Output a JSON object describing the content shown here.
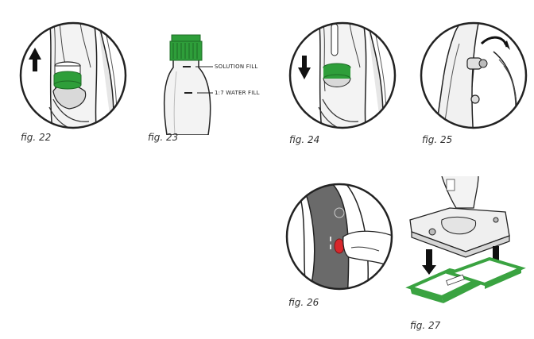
{
  "figures": [
    {
      "id": "fig22",
      "caption": "fig. 22"
    },
    {
      "id": "fig23",
      "caption": "fig. 23",
      "labels": [
        "SOLUTION FILL",
        "1:7 WATER FILL"
      ]
    },
    {
      "id": "fig24",
      "caption": "fig. 24"
    },
    {
      "id": "fig25",
      "caption": "fig. 25"
    },
    {
      "id": "fig26",
      "caption": "fig. 26"
    },
    {
      "id": "fig27",
      "caption": "fig. 27"
    }
  ],
  "colors": {
    "cap_green": "#2e9e3a",
    "pad_green": "#3aa341",
    "button_red": "#d8272b",
    "outline": "#222222",
    "handle_gray": "#6a6a6a"
  }
}
